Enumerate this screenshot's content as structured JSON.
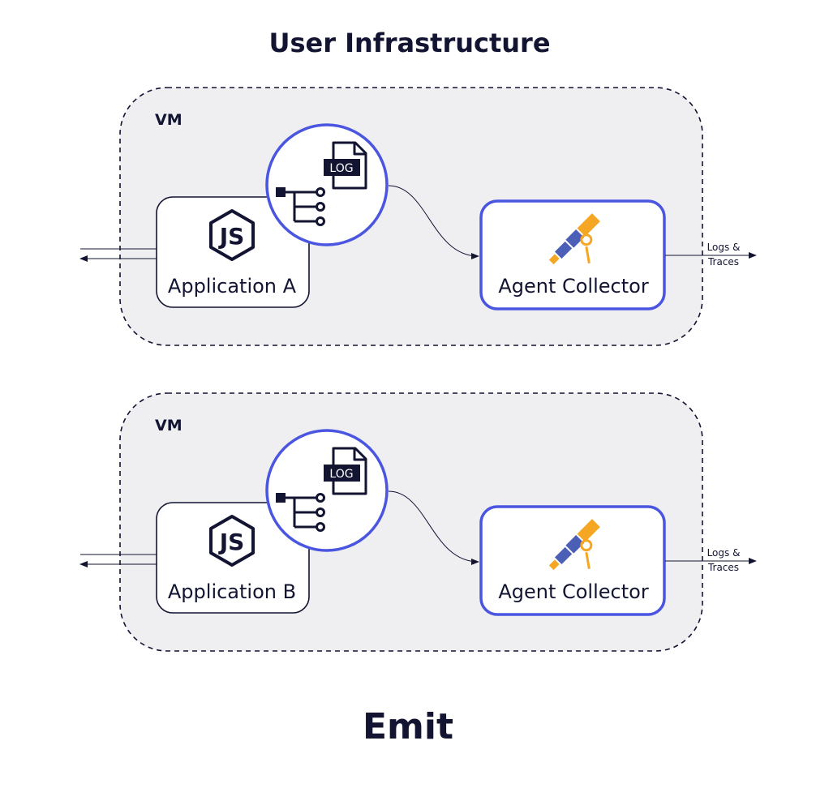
{
  "title": "User Infrastructure",
  "footer": "Emit",
  "vms": [
    {
      "label": "VM",
      "application": {
        "label": "Application A",
        "icon": "nodejs-icon"
      },
      "logging": {
        "icon": "log-file-icon",
        "badge": "LOG"
      },
      "collector": {
        "label": "Agent Collector",
        "icon": "telescope-icon"
      },
      "output_label": [
        "Logs &",
        "Traces"
      ]
    },
    {
      "label": "VM",
      "application": {
        "label": "Application B",
        "icon": "nodejs-icon"
      },
      "logging": {
        "icon": "log-file-icon",
        "badge": "LOG"
      },
      "collector": {
        "label": "Agent Collector",
        "icon": "telescope-icon"
      },
      "output_label": [
        "Logs &",
        "Traces"
      ]
    }
  ],
  "colors": {
    "accent": "#4a55e0",
    "vm_fill": "#efeff2",
    "text": "#121432",
    "telescope_gold": "#f5a623",
    "telescope_blue": "#4a5fb5"
  }
}
